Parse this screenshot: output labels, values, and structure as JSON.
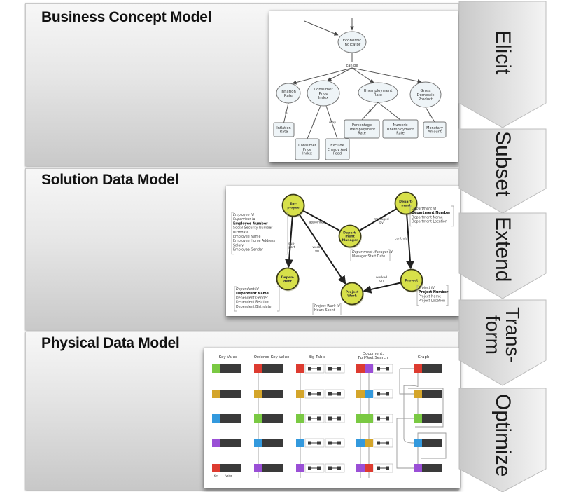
{
  "panels": [
    {
      "title": "Business Concept Model",
      "figure": {
        "kind": "concept-map",
        "root": "Economic Indicator",
        "root_edge_label": "can be",
        "concepts": [
          {
            "label": "Inflation Rate",
            "edge": "is",
            "children": [
              {
                "label": "Inflation Rate"
              }
            ]
          },
          {
            "label": "Consumer Price Index",
            "children": [
              {
                "label": "Consumer Price Index",
                "edge": "is"
              },
              {
                "label": "Exclude Energy And Food",
                "edge": "may"
              }
            ]
          },
          {
            "label": "Unemployment Rate",
            "edge": "is",
            "children": [
              {
                "label": "Percentage Unemployment Rate"
              },
              {
                "label": "Numeric Unemployment Rate"
              }
            ]
          },
          {
            "label": "Gross Domestic Product",
            "edge": "is",
            "children": [
              {
                "label": "Monetary Amount"
              }
            ]
          }
        ]
      }
    },
    {
      "title": "Solution Data Model",
      "figure": {
        "kind": "entity-relationship",
        "entities": [
          {
            "id": "employee",
            "label": "Em-\nployee",
            "attributes": [
              "Employee Id",
              "Supervisor Id",
              "Employee Number",
              "Social Security Number",
              "Birthdate",
              "Employee Name",
              "Employee Home Address",
              "Salary",
              "Employee Gender"
            ],
            "key_attribute": "Employee Number"
          },
          {
            "id": "department",
            "label": "Depart-\nment",
            "attributes": [
              "Department Id",
              "Department Number",
              "Department Name",
              "Department Location"
            ],
            "key_attribute": "Department Number"
          },
          {
            "id": "dept_manager",
            "label": "Depart-\nment\nManager",
            "attributes": [
              "Department Manager Id",
              "Manager Start Date"
            ]
          },
          {
            "id": "dependent",
            "label": "Depen-\ndent",
            "attributes": [
              "Dependent Id",
              "Dependent Name",
              "Dependent Gender",
              "Dependent Relation",
              "Dependent Birthdate"
            ],
            "key_attribute": "Dependent Name"
          },
          {
            "id": "project_work",
            "label": "Project\nWork",
            "attributes": [
              "Project Work Id",
              "Hours Spent"
            ]
          },
          {
            "id": "project",
            "label": "Project",
            "attributes": [
              "Project Id",
              "Project Number",
              "Project Name",
              "Project Location"
            ],
            "key_attribute": "Project Number"
          }
        ],
        "relationships": [
          {
            "from": "employee",
            "to": "dept_manager",
            "label": "appointed"
          },
          {
            "from": "department",
            "to": "dept_manager",
            "label": "managed by"
          },
          {
            "from": "employee",
            "to": "dependent",
            "label": "sup-port"
          },
          {
            "from": "employee",
            "to": "project_work",
            "label": "works on"
          },
          {
            "from": "department",
            "to": "project",
            "label": "controls"
          },
          {
            "from": "project",
            "to": "project_work",
            "label": "worked on"
          }
        ]
      }
    },
    {
      "title": "Physical Data Model",
      "figure": {
        "kind": "nosql-store-types",
        "columns": [
          "Key-Value",
          "Ordered Key-Value",
          "Big Table",
          "Document, Full-Text Search",
          "Graph"
        ],
        "key_value_legend": [
          "Key",
          "Value"
        ],
        "row_colors": {
          "Key-Value": [
            "#7ac943",
            "#d4a52a",
            "#3399dd",
            "#9a4fd6",
            "#dd3b30"
          ],
          "Ordered Key-Value": [
            "#dd3b30",
            "#d4a52a",
            "#7ac943",
            "#3399dd",
            "#9a4fd6"
          ],
          "Big Table": [
            "#dd3b30",
            "#d4a52a",
            "#7ac943",
            "#3399dd",
            "#9a4fd6"
          ],
          "Document, Full-Text Search": [
            [
              "#dd3b30",
              "#9a4fd6"
            ],
            [
              "#d4a52a",
              "#3399dd"
            ],
            [
              "#7ac943",
              "#7ac943"
            ],
            [
              "#3399dd",
              "#d4a52a"
            ],
            [
              "#9a4fd6",
              "#dd3b30"
            ]
          ],
          "Graph": [
            "#dd3b30",
            "#d4a52a",
            "#7ac943",
            "#3399dd",
            "#9a4fd6"
          ]
        }
      }
    }
  ],
  "process_steps": [
    "Elicit",
    "Subset",
    "Extend",
    "Trans-\nform",
    "Optimize"
  ],
  "colors": {
    "entity_fill": "#d7e04a",
    "concept_fill": "#eef4f7",
    "value_bar": "#3a3a3a"
  }
}
